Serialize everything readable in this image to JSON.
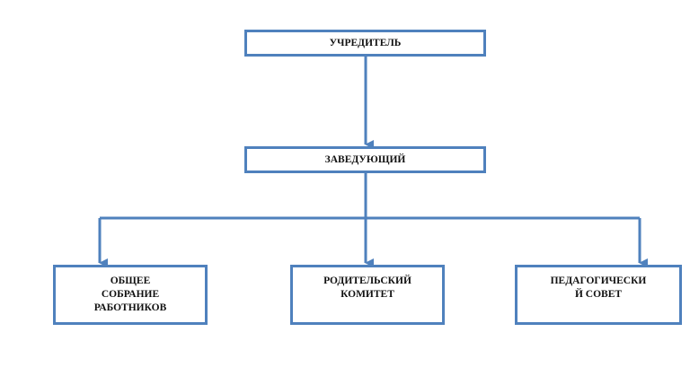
{
  "diagram": {
    "line_color": "#4f81bd",
    "nodes": {
      "founder": "УЧРЕДИТЕЛЬ",
      "head": "ЗАВЕДУЮЩИЙ",
      "assembly": "ОБЩЕЕ\nСОБРАНИЕ\nРАБОТНИКОВ",
      "parents": "РОДИТЕЛЬСКИЙ\nКОМИТЕТ",
      "council": "ПЕДАГОГИЧЕСКИ\nЙ СОВЕТ"
    }
  }
}
